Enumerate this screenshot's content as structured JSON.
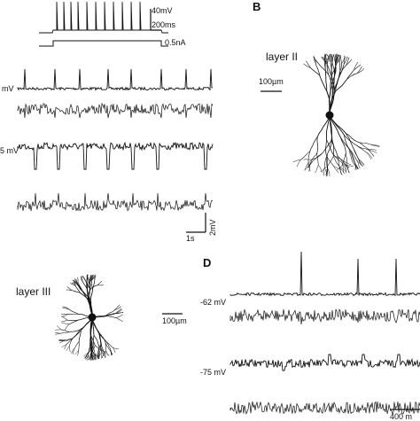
{
  "panels": {
    "b": "B",
    "d": "D"
  },
  "panel_a": {
    "top_scale_mv": "40mV",
    "top_scale_ms": "200ms",
    "current_step": "0.5nA",
    "vm_label_1": "mV",
    "vm_label_2": "5 mV",
    "bottom_scale_time": "1s",
    "bottom_scale_mv": "2mV"
  },
  "panel_b": {
    "layer": "layer II",
    "scale": "100µm"
  },
  "panel_c": {
    "layer": "layer III",
    "scale": "100µm"
  },
  "panel_d": {
    "vm_label_1": "-62 mV",
    "vm_label_2": "-75 mV",
    "scale_time": "400 m"
  },
  "colors": {
    "ink": "#111111",
    "background": "#ffffff"
  }
}
